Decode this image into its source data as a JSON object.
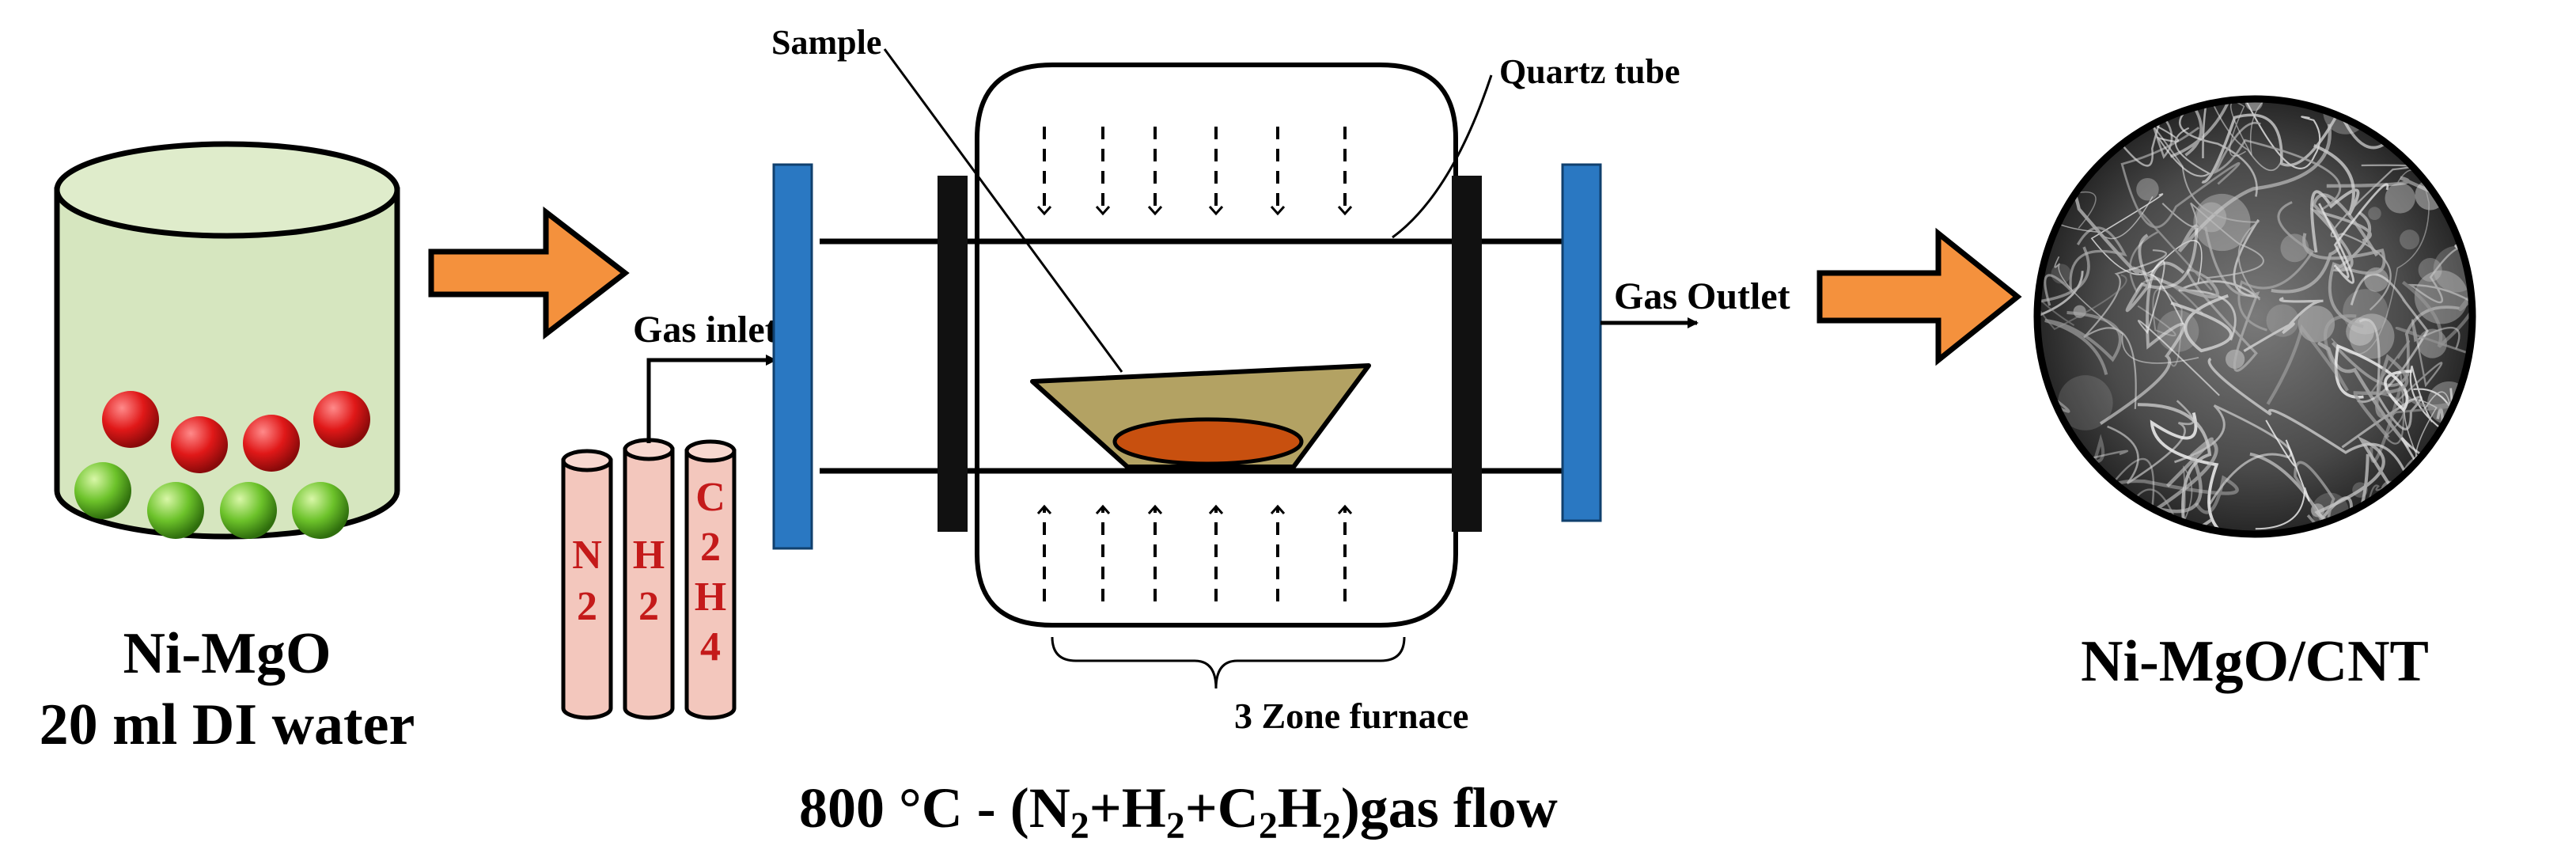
{
  "left": {
    "title": "Ni-MgO",
    "subtitle": "20 ml DI water"
  },
  "right": {
    "title": "Ni-MgO/CNT"
  },
  "labels": {
    "sample": "Sample",
    "quartz_tube": "Quartz tube",
    "gas_inlet": "Gas inlet",
    "gas_outlet": "Gas Outlet",
    "furnace": "3 Zone furnace"
  },
  "cylinders": [
    {
      "letters": [
        "N",
        "2"
      ]
    },
    {
      "letters": [
        "H",
        "2"
      ]
    },
    {
      "letters": [
        "C",
        "2",
        "H",
        "4"
      ]
    }
  ],
  "condition": {
    "temp": "800 °C - (N",
    "s1": "2",
    "p1": "+H",
    "s2": "2",
    "p2": "+C",
    "s3": "2",
    "p3": "H",
    "s4": "2",
    "p4": ")gas flow"
  },
  "colors": {
    "beaker_fill": "#d6e6bf",
    "arrow_fill": "#f4913d",
    "flange_blue": "#2a78c2",
    "flange_black": "#111111",
    "boat_fill": "#b3a263",
    "sample_fill": "#c8500f",
    "cylinder_fill": "#f3c7bd",
    "cylinder_text": "#c41a1a",
    "ball_red": "#e01818",
    "ball_green": "#6cc22a"
  }
}
